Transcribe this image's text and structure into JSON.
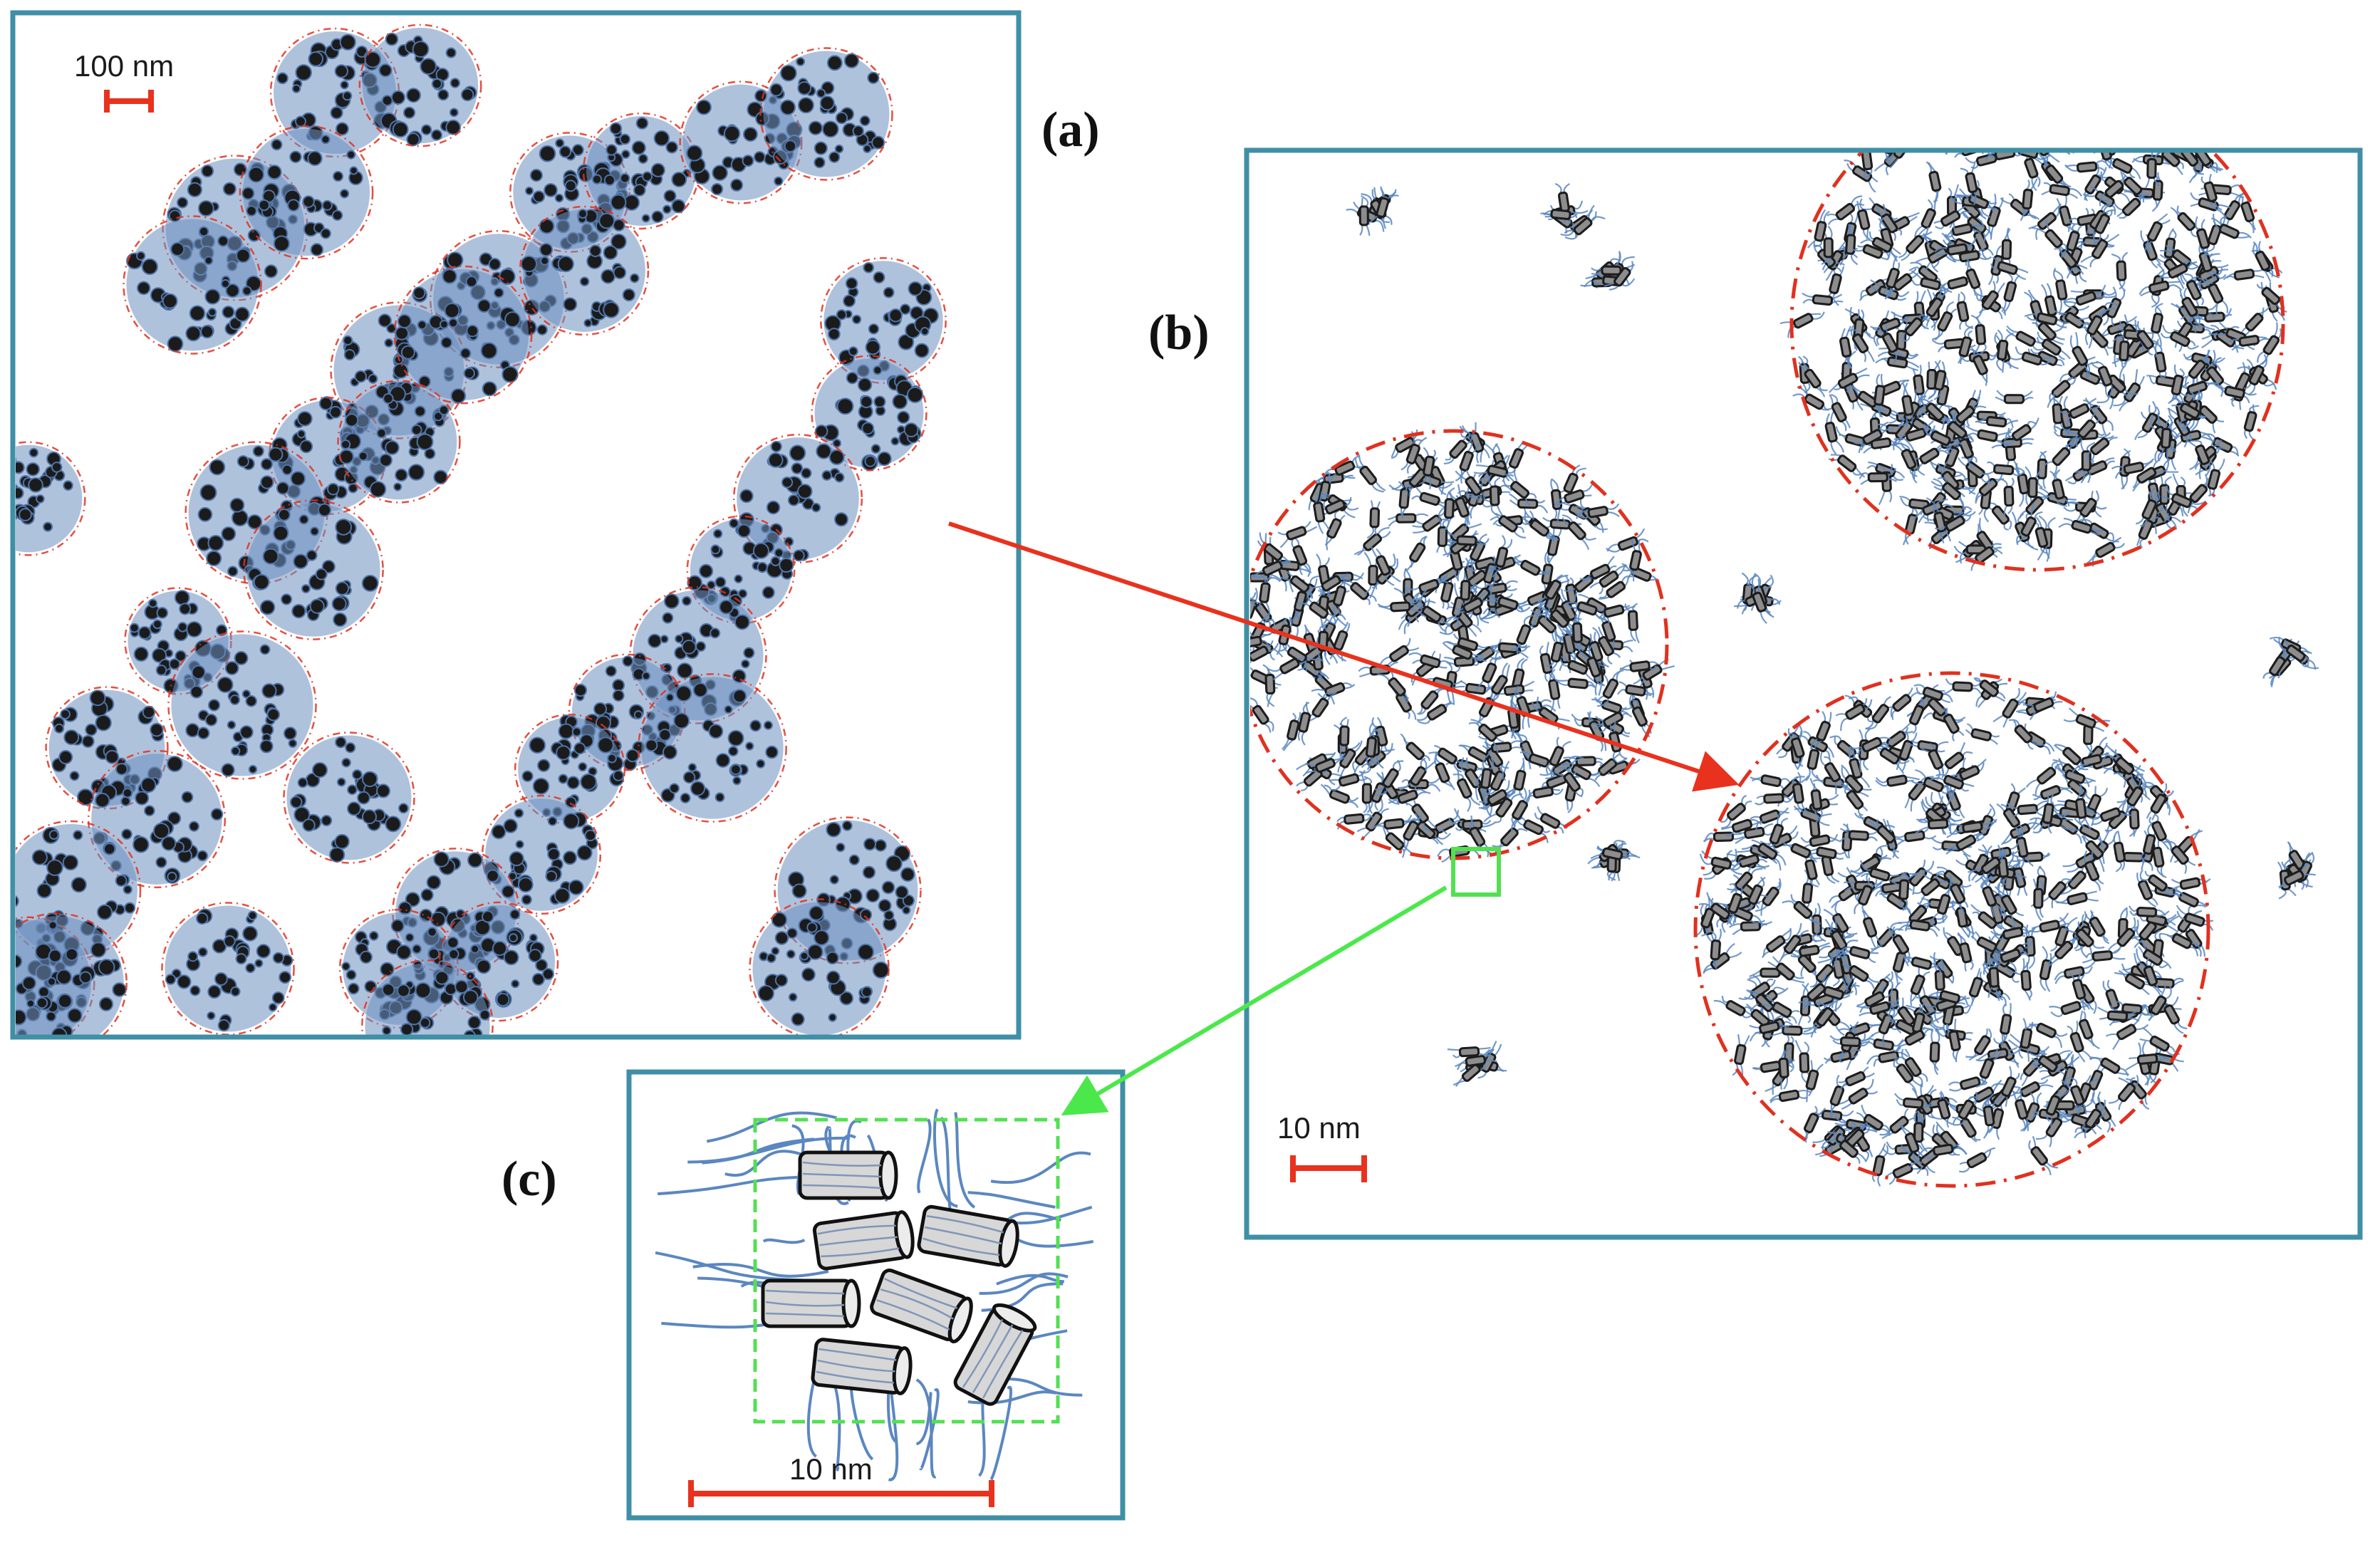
{
  "figure": {
    "panels": [
      {
        "id": "a",
        "label": "(a)",
        "scale_bar": "100 nm"
      },
      {
        "id": "b",
        "label": "(b)",
        "scale_bar": "10 nm"
      },
      {
        "id": "c",
        "label": "(c)",
        "scale_bar": "10 nm"
      }
    ],
    "colors": {
      "panel_border": "#3f8fa6",
      "scale_bar": "#e8321e",
      "cluster_outline": "#e0311f",
      "zoom_arrow_ab": "#e8321e",
      "zoom_arrow_bc": "#4be84b",
      "molecule_body": "#1c1c1c",
      "molecule_chain": "#5b87c0",
      "selection_box": "#52e052"
    }
  }
}
